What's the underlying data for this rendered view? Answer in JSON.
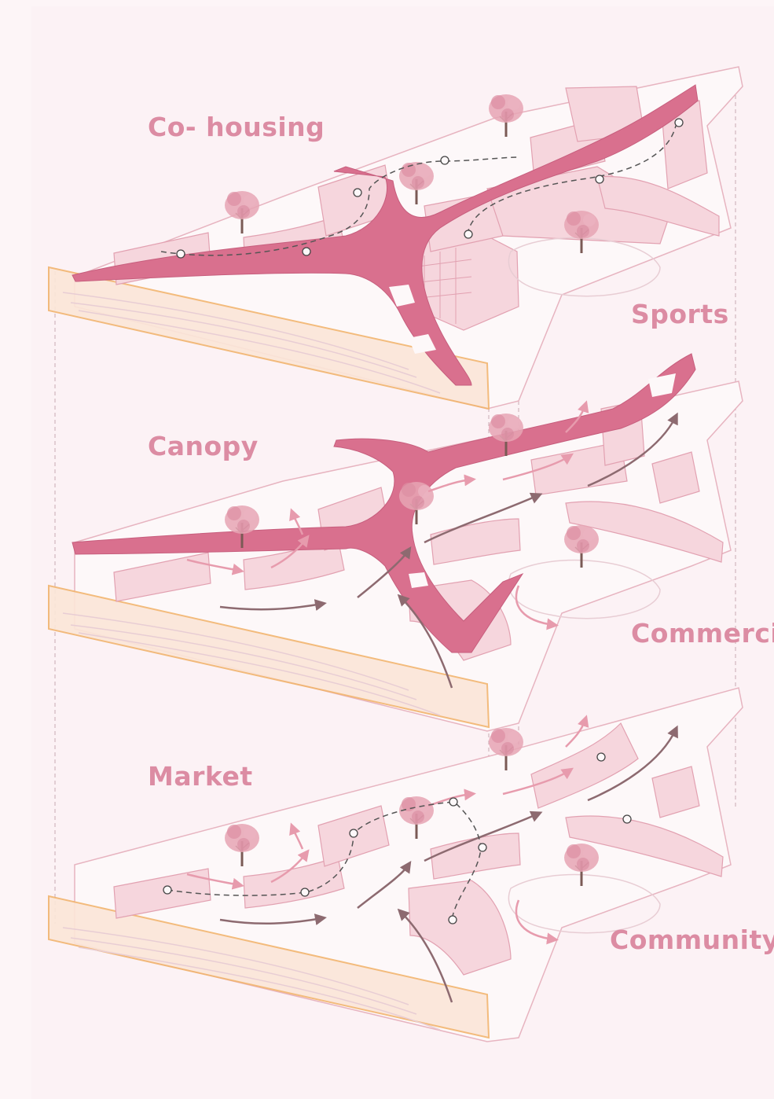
{
  "labels": {
    "cohousing": "Co- housing",
    "sports": "Sports",
    "canopy": "Canopy",
    "commercial": "Commercia",
    "market": "Market",
    "community": "Community"
  },
  "colors": {
    "label": "#dc8ca3",
    "canopy": "#d9708e",
    "building": "#f6d6dd",
    "building_edge": "#e2a1b1",
    "site_outline": "#e7b4c0",
    "orange_edge": "#f2b56f",
    "arrow_dark": "#8d6a70",
    "arrow_pink": "#e79bad",
    "tree": "#e6a4b4",
    "trunk": "#7a5a55"
  },
  "icons": {
    "tree": "tree-icon",
    "node": "circle-node-icon"
  }
}
